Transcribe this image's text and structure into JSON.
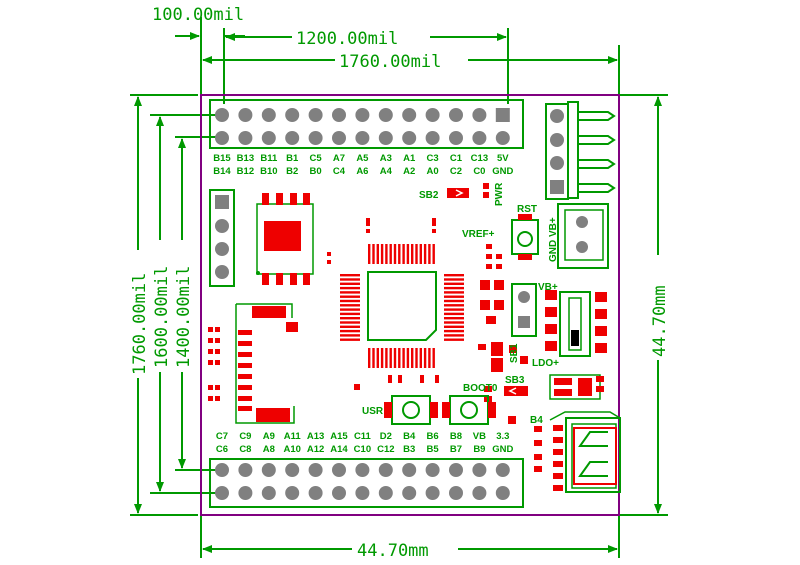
{
  "dimensions": {
    "offset_top": "100.00mil",
    "header_span": "1200.00mil",
    "board_width_mil": "1760.00mil",
    "left_1760": "1760.00mil",
    "left_1600": "1600.00mil",
    "left_1400": "1400.00mil",
    "right_mm": "44.70mm",
    "bottom_mm": "44.70mm"
  },
  "top_header": {
    "row1": [
      "B15",
      "B13",
      "B11",
      "B1",
      "C5",
      "A7",
      "A5",
      "A3",
      "A1",
      "C3",
      "C1",
      "C13",
      "5V"
    ],
    "row2": [
      "B14",
      "B12",
      "B10",
      "B2",
      "B0",
      "C4",
      "A6",
      "A4",
      "A2",
      "A0",
      "C2",
      "C0",
      "GND"
    ]
  },
  "bottom_header": {
    "row1": [
      "C7",
      "C9",
      "A9",
      "A11",
      "A13",
      "A15",
      "C11",
      "D2",
      "B4",
      "B6",
      "B8",
      "VB",
      "3.3"
    ],
    "row2": [
      "C6",
      "C8",
      "A8",
      "A10",
      "A12",
      "A14",
      "C10",
      "C12",
      "B3",
      "B5",
      "B7",
      "B9",
      "GND"
    ]
  },
  "silkscreen": {
    "sb2": "SB2",
    "pwr": "PWR",
    "rst": "RST",
    "vref": "VREF+",
    "gnd_vb": "GND VB+",
    "vb": "VB+",
    "sb1": "SB1",
    "ldo": "LDO+",
    "sb3": "SB3",
    "boot0": "BOOT0",
    "usr": "USR",
    "b4": "B4"
  },
  "colors": {
    "dimension": "#009900",
    "board_outline": "#800080",
    "copper": "#ee0000",
    "pad": "#808080"
  }
}
